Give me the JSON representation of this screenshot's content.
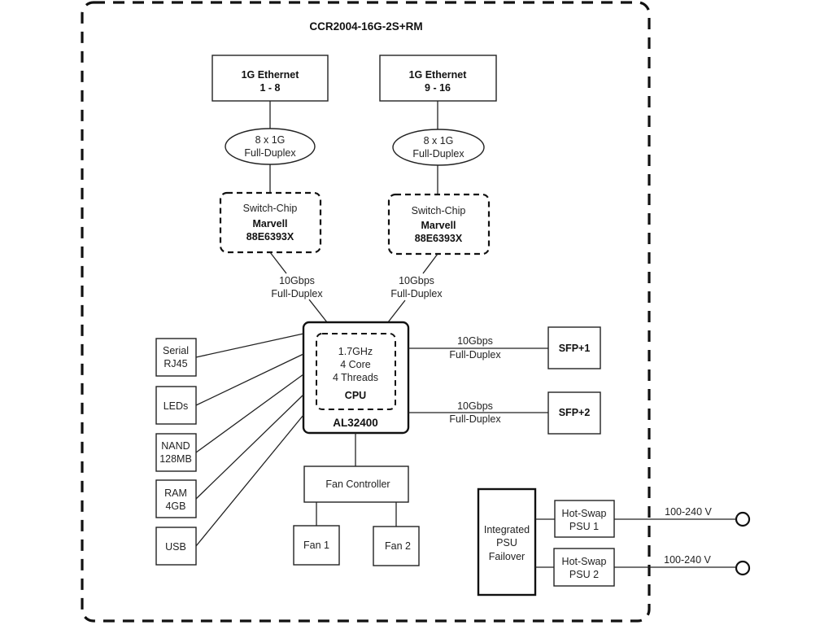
{
  "title": "CCR2004-16G-2S+RM",
  "ethernet": [
    {
      "label": "1G Ethernet",
      "range": "1 - 8",
      "link_line1": "8 x 1G",
      "link_line2": "Full-Duplex"
    },
    {
      "label": "1G Ethernet",
      "range": "9 - 16",
      "link_line1": "8 x 1G",
      "link_line2": "Full-Duplex"
    }
  ],
  "switch_chips": [
    {
      "line1": "Switch-Chip",
      "line2": "Marvell",
      "line3": "88E6393X",
      "uplink_line1": "10Gbps",
      "uplink_line2": "Full-Duplex"
    },
    {
      "line1": "Switch-Chip",
      "line2": "Marvell",
      "line3": "88E6393X",
      "uplink_line1": "10Gbps",
      "uplink_line2": "Full-Duplex"
    }
  ],
  "cpu": {
    "freq": "1.7GHz",
    "cores": "4 Core",
    "threads": "4 Threads",
    "label": "CPU",
    "model": "AL32400"
  },
  "sfp": [
    {
      "label": "SFP+1",
      "link_line1": "10Gbps",
      "link_line2": "Full-Duplex"
    },
    {
      "label": "SFP+2",
      "link_line1": "10Gbps",
      "link_line2": "Full-Duplex"
    }
  ],
  "peripherals": [
    {
      "line1": "Serial",
      "line2": "RJ45"
    },
    {
      "line1": "LEDs",
      "line2": ""
    },
    {
      "line1": "NAND",
      "line2": "128MB"
    },
    {
      "line1": "RAM",
      "line2": "4GB"
    },
    {
      "line1": "USB",
      "line2": ""
    }
  ],
  "fan": {
    "controller": "Fan Controller",
    "fans": [
      "Fan 1",
      "Fan 2"
    ]
  },
  "power": {
    "failover_line1": "Integrated",
    "failover_line2": "PSU",
    "failover_line3": "Failover",
    "psus": [
      {
        "line1": "Hot-Swap",
        "line2": "PSU 1",
        "input": "100-240 V"
      },
      {
        "line1": "Hot-Swap",
        "line2": "PSU 2",
        "input": "100-240 V"
      }
    ]
  }
}
